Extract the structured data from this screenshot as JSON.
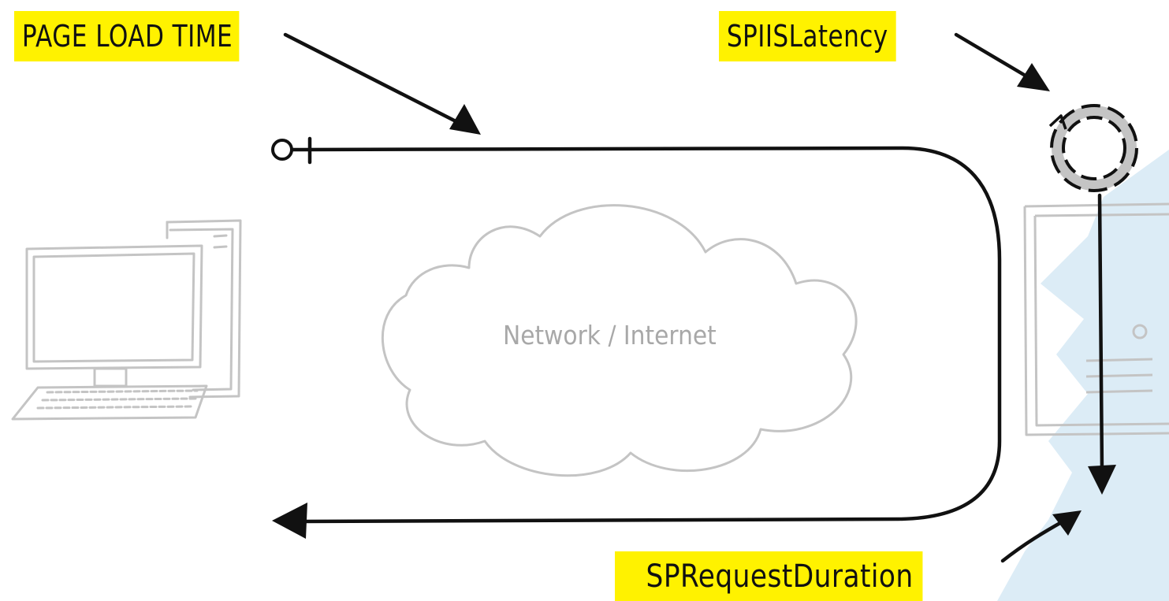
{
  "labels": {
    "page_load_time": "PAGE LOAD TIME",
    "spiis_latency": "SPIISLatency",
    "sp_request_duration": "SPRequestDuration"
  },
  "cloud": {
    "label": "Network / Internet"
  },
  "colors": {
    "highlight": "#fff200",
    "ink": "#111111",
    "sketch_gray": "#c4c4c4",
    "server_blue": "#dcecf6"
  },
  "icons": {
    "client": "desktop-computer-icon",
    "server": "server-tower-icon",
    "latency": "dashed-cycle-icon",
    "network": "cloud-icon"
  }
}
